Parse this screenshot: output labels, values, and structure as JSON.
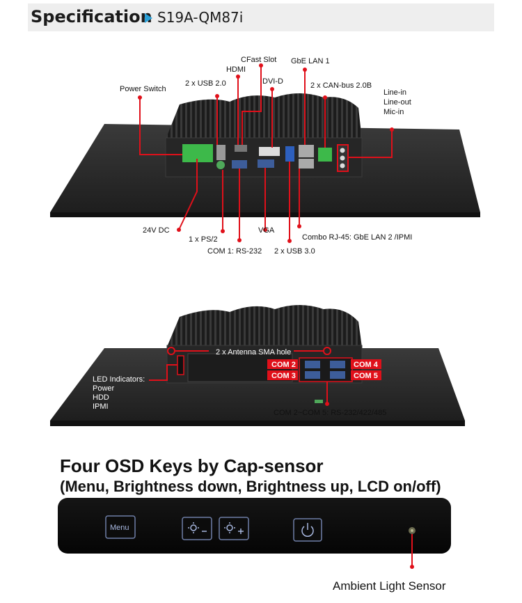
{
  "header": {
    "title": "Specification",
    "model": "S19A-QM87i"
  },
  "top_view": {
    "labels": {
      "power_switch": "Power Switch",
      "usb20": "2 x USB 2.0",
      "hdmi": "HDMI",
      "cfast": "CFast Slot",
      "dvid": "DVI-D",
      "gbe1": "GbE LAN 1",
      "canbus": "2 x CAN-bus 2.0B",
      "line_in": "Line-in",
      "line_out": "Line-out",
      "mic_in": "Mic-in",
      "dc24": "24V DC",
      "ps2": "1 x PS/2",
      "com1": "COM 1: RS-232",
      "vga": "VGA",
      "usb30": "2 x USB 3.0",
      "combo": "Combo RJ-45: GbE LAN 2 /IPMI"
    }
  },
  "bottom_view": {
    "labels": {
      "antenna": "2 x Antenna SMA hole",
      "led_title": "LED Indicators:",
      "led_power": "Power",
      "led_hdd": "HDD",
      "led_ipmi": "IPMI",
      "com2": "COM 2",
      "com3": "COM 3",
      "com4": "COM 4",
      "com5": "COM 5",
      "com_range": "COM 2~COM 5: RS-232/422/485"
    }
  },
  "osd": {
    "title": "Four OSD Keys by Cap-sensor",
    "subtitle": "(Menu, Brightness down, Brightness up, LCD on/off)",
    "menu_key": "Menu",
    "ambient_sensor": "Ambient Light Sensor"
  },
  "colors": {
    "accent_red": "#e0101a",
    "arrow_blue": "#2a9fd6",
    "device_dark": "#2a2a2a",
    "panel_black": "#0a0a0a"
  }
}
